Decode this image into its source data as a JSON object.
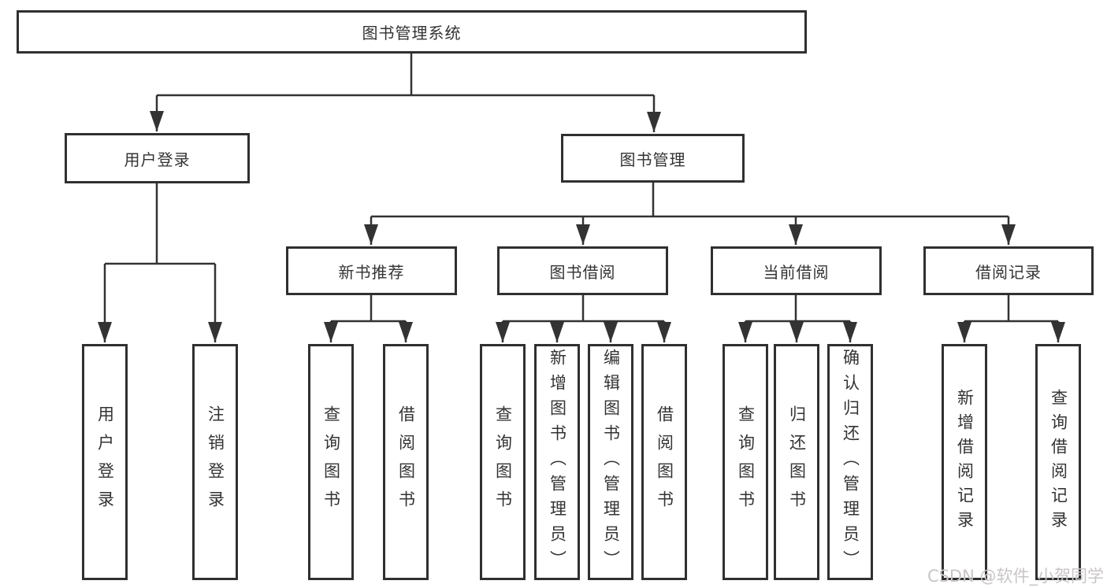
{
  "diagram": {
    "type": "hierarchy-tree",
    "root": {
      "label": "图书管理系统",
      "children": [
        {
          "label": "用户登录",
          "children": [
            {
              "label": "用户登录"
            },
            {
              "label": "注销登录"
            }
          ]
        },
        {
          "label": "图书管理",
          "children": [
            {
              "label": "新书推荐",
              "children": [
                {
                  "label": "查询图书"
                },
                {
                  "label": "借阅图书"
                }
              ]
            },
            {
              "label": "图书借阅",
              "children": [
                {
                  "label": "查询图书"
                },
                {
                  "label": "新增图书（管理员）"
                },
                {
                  "label": "编辑图书（管理员）"
                },
                {
                  "label": "借阅图书"
                }
              ]
            },
            {
              "label": "当前借阅",
              "children": [
                {
                  "label": "查询图书"
                },
                {
                  "label": "归还图书"
                },
                {
                  "label": "确认归还（管理员）"
                }
              ]
            },
            {
              "label": "借阅记录",
              "children": [
                {
                  "label": "新增借阅记录"
                },
                {
                  "label": "查询借阅记录"
                }
              ]
            }
          ]
        }
      ]
    }
  },
  "watermark": {
    "text": "CSDN @软件_小贺同学"
  },
  "colors": {
    "line": "#333333",
    "box_border": "#303030",
    "text": "#333333",
    "background": "#ffffff",
    "watermark": "#c9c5c5"
  }
}
